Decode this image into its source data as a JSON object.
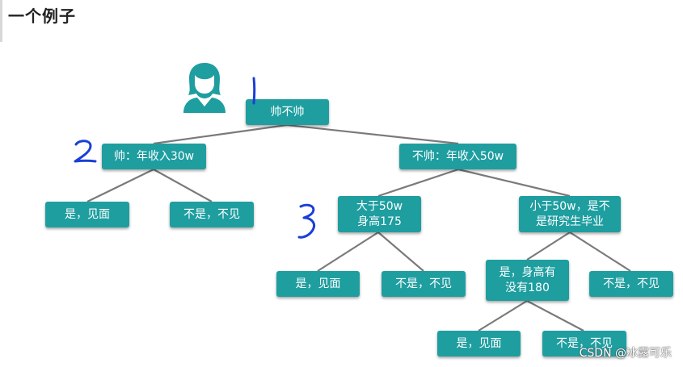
{
  "header": {
    "title": "一个例子"
  },
  "tree": {
    "root": "帅不帅",
    "handsome": "帅：年收入30w",
    "not_handsome": "不帅：年收入50w",
    "h_yes": "是，见面",
    "h_no": "不是，不见",
    "above50": "大于50w\n身高175",
    "below50": "小于50w，是不\n是研究生毕业",
    "a_yes": "是，见面",
    "a_no": "不是，不见",
    "b_mid": "是，身高有\n没有180",
    "b_no": "不是，不见",
    "c_yes": "是，见面",
    "c_no": "不是，不见"
  },
  "annotations": {
    "one": "1",
    "two": "2",
    "three": "3"
  },
  "icons": {
    "avatar": "female-person-icon"
  },
  "colors": {
    "node": "#1f9ea0",
    "edge": "#7a7a7a",
    "annotation": "#1a3fd6"
  },
  "watermark": "CSDN @冰露可乐"
}
